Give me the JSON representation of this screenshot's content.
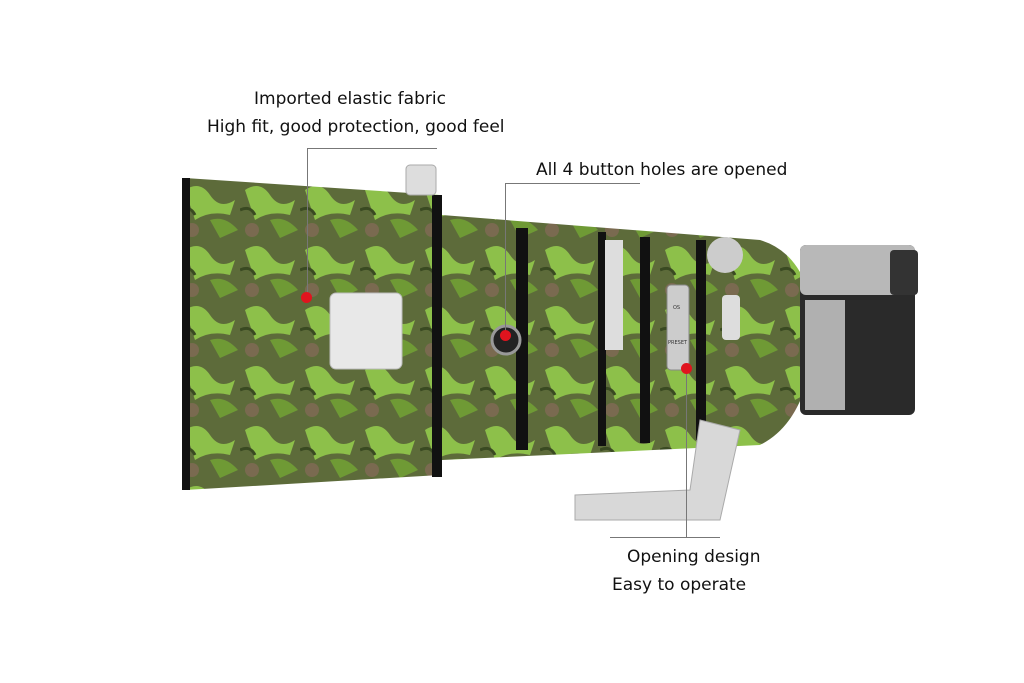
{
  "callouts": {
    "fabric": {
      "line1": "Imported elastic fabric",
      "line2": "High fit, good protection, good feel"
    },
    "buttons": {
      "line1": "All 4 button holes are opened"
    },
    "opening": {
      "line1": "Opening design",
      "line2": "Easy to operate"
    }
  },
  "product_labels": {
    "preset": "PRESET",
    "os": "OS"
  },
  "colors": {
    "accent_dot": "#e0141e",
    "camo_dark": "#4a5a2e",
    "camo_light": "#8dc04a",
    "leader_line": "#777777"
  }
}
